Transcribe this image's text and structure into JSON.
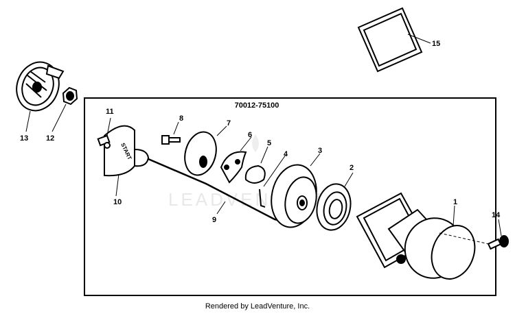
{
  "kit_number": "70012-75100",
  "watermark": "LEADVENTURE",
  "start_label": "START",
  "footer": "Rendered by LeadVenture, Inc.",
  "callouts": {
    "p1": "1",
    "p2": "2",
    "p3": "3",
    "p4": "4",
    "p5": "5",
    "p6": "6",
    "p7": "7",
    "p8": "8",
    "p9": "9",
    "p10": "10",
    "p11": "11",
    "p12": "12",
    "p13": "13",
    "p14": "14",
    "p15": "15"
  }
}
